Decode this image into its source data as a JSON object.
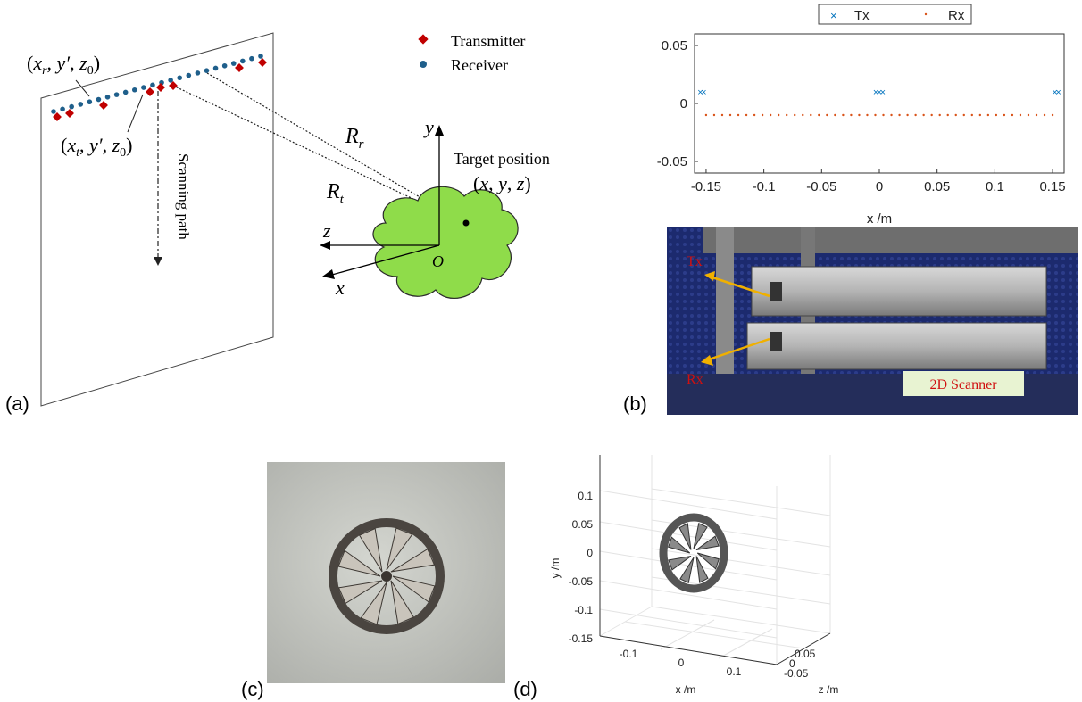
{
  "panel_labels": {
    "a": "(a)",
    "b": "(b)",
    "c": "(c)",
    "d": "(d)"
  },
  "panel_a": {
    "legend_transmitter": "Transmitter",
    "legend_receiver": "Receiver",
    "label_rx_pos": "(x_r, y′, z_0)",
    "label_tx_pos": "(x_t, y′, z_0)",
    "scanning_path": "Scanning path",
    "R_r": "R_r",
    "R_t": "R_t",
    "target_label": "Target position",
    "target_coords": "(x, y, z)",
    "axis_y": "y",
    "axis_z": "z",
    "axis_x": "x",
    "origin": "O",
    "colors": {
      "transmitter": "#c00000",
      "receiver": "#1f5f8b",
      "target": "#8fdc4a"
    }
  },
  "panel_b_chart": {
    "chart_data": {
      "type": "scatter",
      "xlabel": "x /m",
      "ylabel": "",
      "xlim": [
        -0.16,
        0.16
      ],
      "ylim": [
        -0.06,
        0.06
      ],
      "xticks": [
        "-0.15",
        "-0.1",
        "-0.05",
        "0",
        "0.05",
        "0.1",
        "0.15"
      ],
      "yticks": [
        "0.05",
        "0",
        "-0.05"
      ],
      "legend_position": "top",
      "series": [
        {
          "name": "Tx",
          "marker": "x",
          "color": "#0072bd",
          "points": [
            [
              -0.155,
              0.01
            ],
            [
              -0.152,
              0.01
            ],
            [
              -0.003,
              0.01
            ],
            [
              0.0,
              0.01
            ],
            [
              0.003,
              0.01
            ],
            [
              0.152,
              0.01
            ],
            [
              0.155,
              0.01
            ]
          ]
        },
        {
          "name": "Rx",
          "marker": ".",
          "color": "#d95319",
          "y": -0.01,
          "x_from": -0.15,
          "x_to": 0.15,
          "count": 44
        }
      ]
    }
  },
  "panel_b_photo": {
    "tx_label": "Tx",
    "rx_label": "Rx",
    "scanner_label": "2D Scanner"
  },
  "panel_d": {
    "ylabel": "y /m",
    "xlabel": "x /m",
    "zlabel": "z /m",
    "yticks": [
      "0.1",
      "0.05",
      "0",
      "-0.05",
      "-0.1",
      "-0.15"
    ],
    "xticks": [
      "-0.1",
      "0",
      "0.1"
    ],
    "zticks": [
      "0.05",
      "0",
      "-0.05"
    ]
  }
}
